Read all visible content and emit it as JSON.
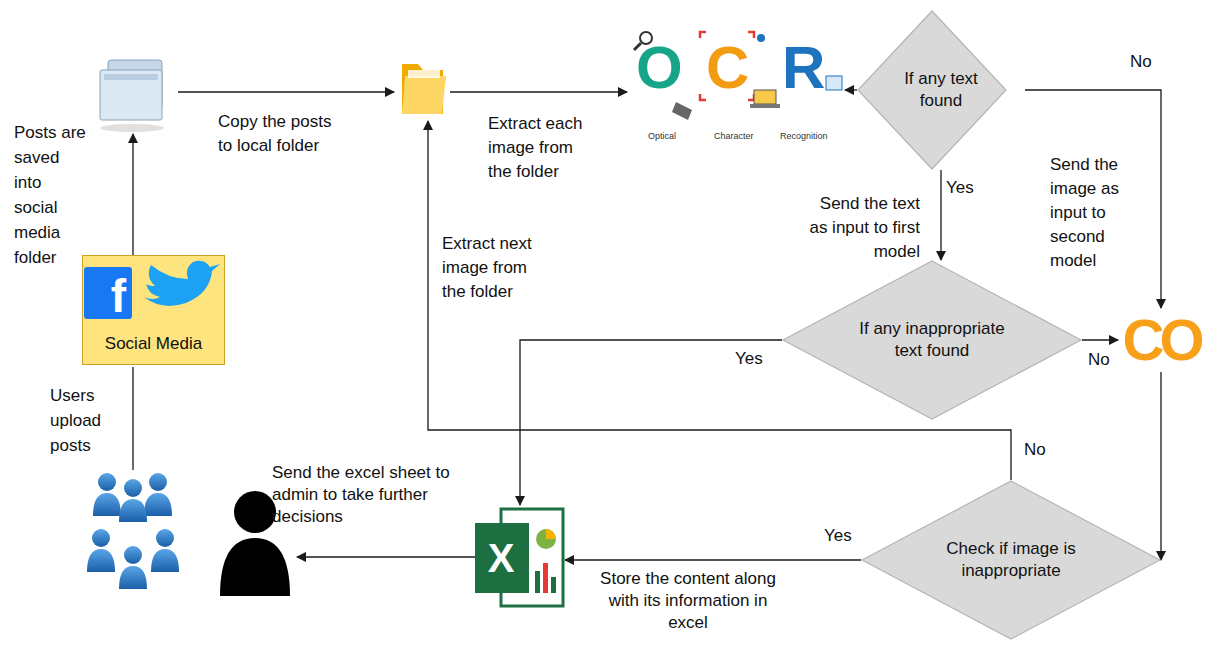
{
  "diagram": {
    "nodes": [
      {
        "text": [
          "f",
          "Social Media"
        ]
      },
      {
        "text": [
          "O",
          "C",
          "R",
          "Optical",
          "Character",
          "Recognition"
        ]
      },
      {
        "text": [
          "If any text found"
        ]
      },
      {
        "text": [
          "If any inappropriate text found"
        ]
      },
      {
        "text": [
          "CO"
        ]
      },
      {
        "text": [
          "X"
        ]
      },
      {
        "text": [
          "Check if image is inappropriate"
        ]
      }
    ],
    "edges": [
      {
        "from": 2,
        "to": 1,
        "arrow": "to"
      },
      {
        "from": 2,
        "to": 3,
        "label": "Yes",
        "arrow": "to"
      },
      {
        "from": 2,
        "to": 4,
        "label": "No",
        "arrow": "to"
      },
      {
        "from": 3,
        "to": 4,
        "label": "No",
        "arrow": "to"
      },
      {
        "from": 3,
        "to": 5,
        "label": "Yes",
        "arrow": "to"
      },
      {
        "from": 4,
        "to": 6,
        "arrow": "to"
      },
      {
        "from": 6,
        "to": 5,
        "label": "Yes",
        "arrow": "to"
      }
    ],
    "labels": [
      "Posts are saved into social media folder",
      "Copy the posts to local folder",
      "Extract each image from the folder",
      "Send the image as input to second model",
      "Send the text as input to first model",
      "Extract next image from the folder",
      "No",
      "Users upload posts",
      "Send the excel sheet to admin to take further decisions",
      "Store the content along with its information in excel"
    ]
  }
}
